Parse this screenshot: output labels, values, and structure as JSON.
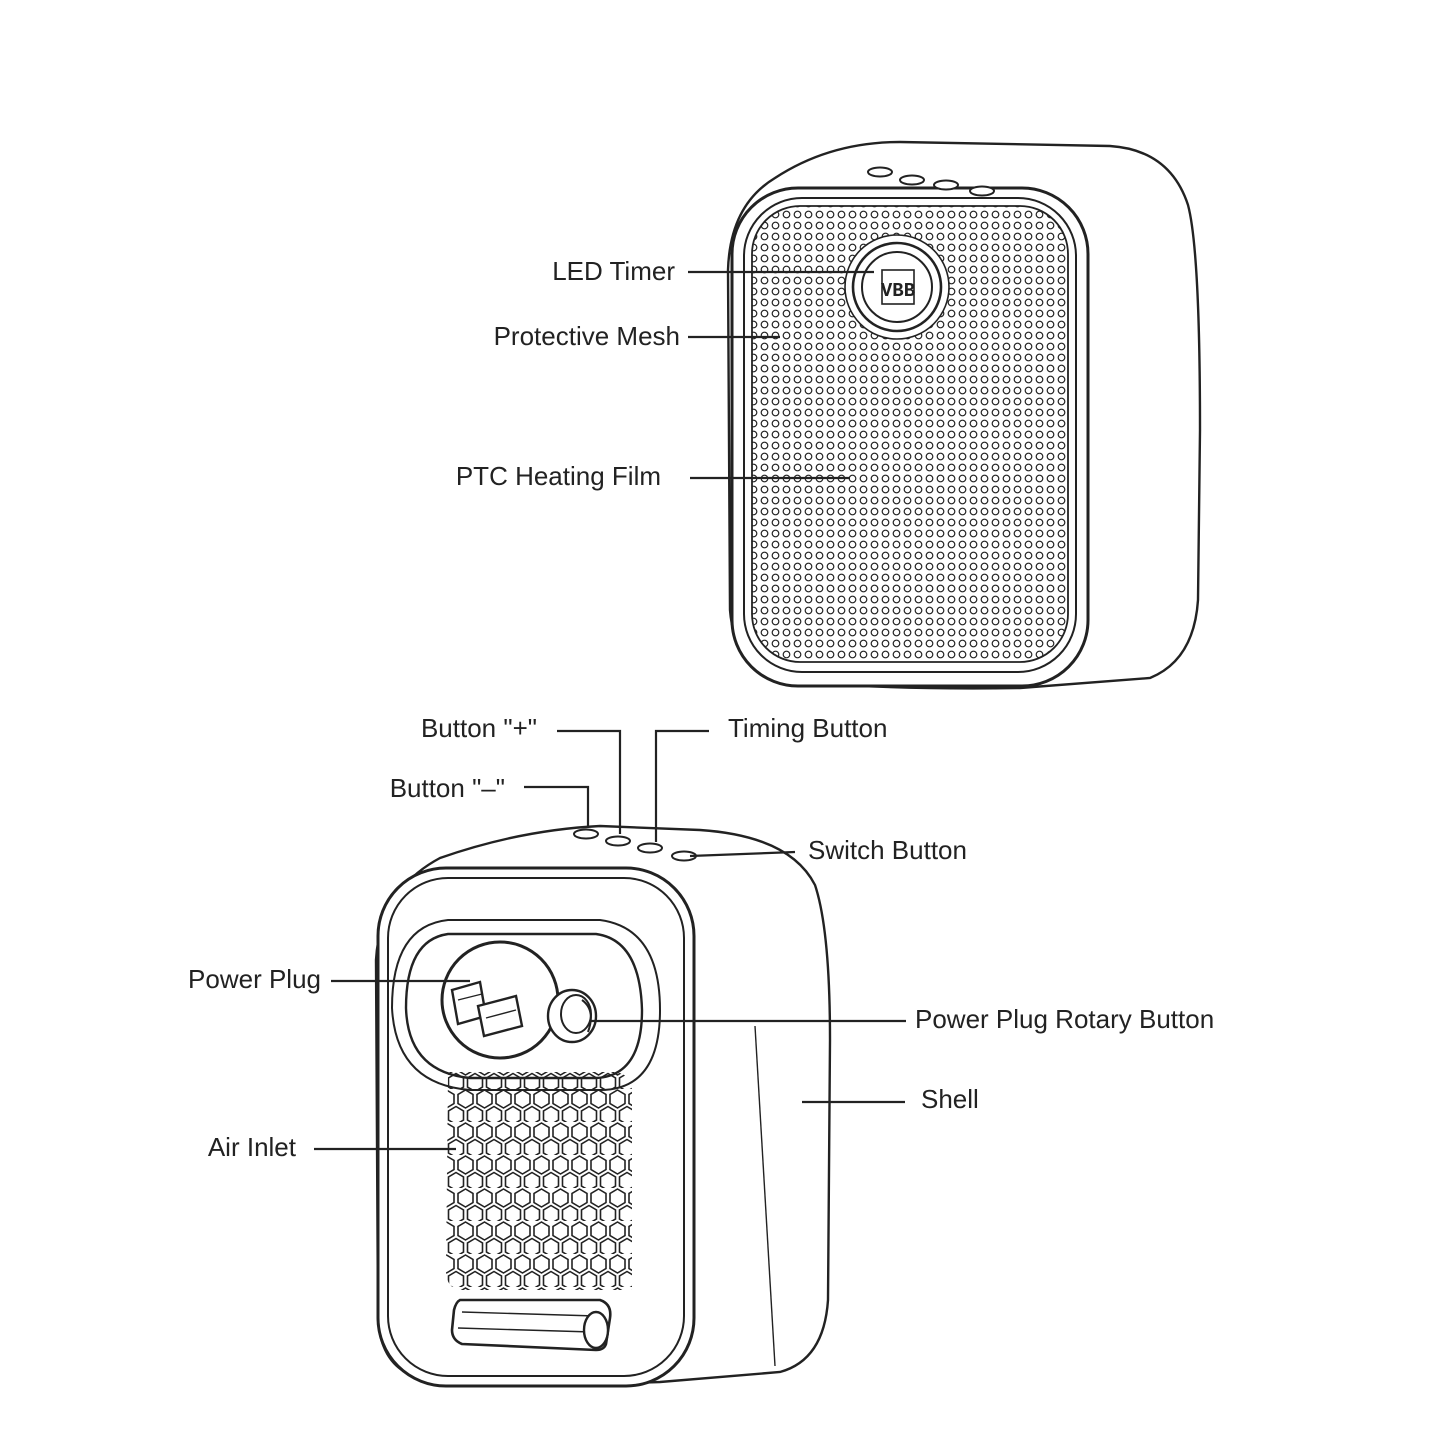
{
  "labels": {
    "led_timer": "LED Timer",
    "protective_mesh": "Protective Mesh",
    "ptc_heating_film": "PTC Heating Film",
    "button_plus": "Button \"+\"",
    "timing_button": "Timing Button",
    "button_minus": "Button \"–\"",
    "switch_button": "Switch Button",
    "power_plug": "Power Plug",
    "power_plug_rotary_button": "Power Plug Rotary Button",
    "shell": "Shell",
    "air_inlet": "Air Inlet"
  },
  "led_display": {
    "digits": "VBB"
  },
  "colors": {
    "line": "#222222",
    "background": "#ffffff"
  },
  "icons": {
    "top_buttons": [
      "minus-button-icon",
      "plus-button-icon",
      "timing-button-icon",
      "switch-button-icon"
    ]
  }
}
